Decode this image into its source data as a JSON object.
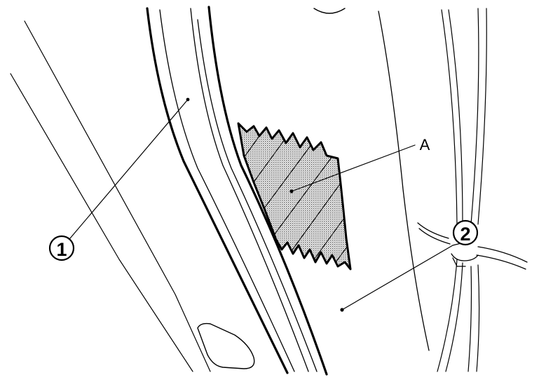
{
  "callouts": {
    "part_1": "1",
    "part_2": "2",
    "area_a": "A"
  },
  "colors": {
    "ink": "#000000",
    "paper": "#ffffff",
    "hatch_fill": "#bdbdbd"
  }
}
